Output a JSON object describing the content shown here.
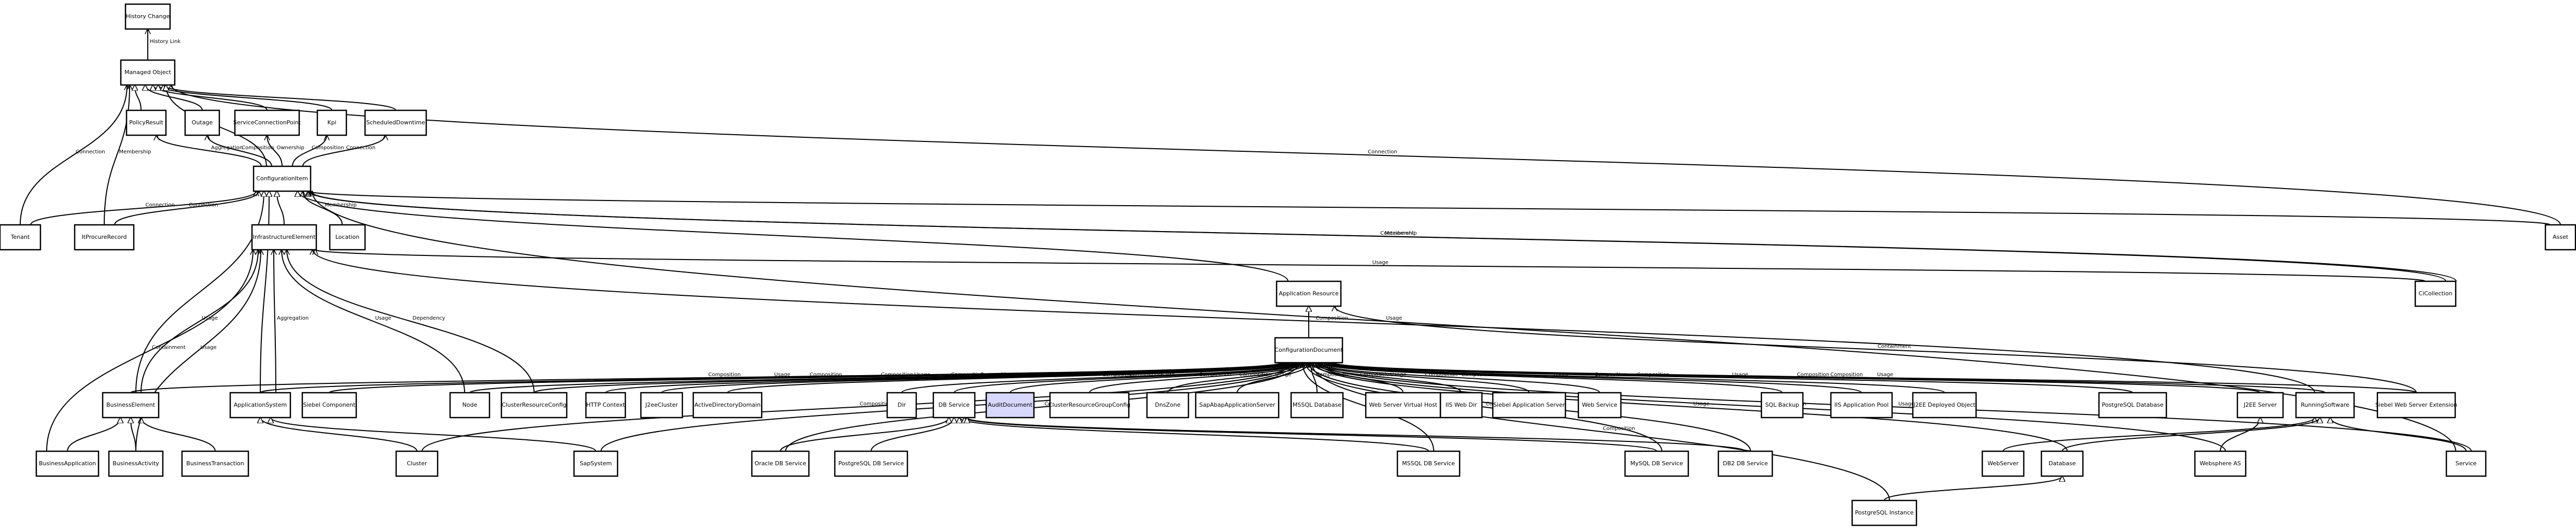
{
  "nodes": [
    {
      "id": "history_change",
      "label": "History Change"
    },
    {
      "id": "managed_object",
      "label": "Managed Object"
    },
    {
      "id": "policy_result",
      "label": "PolicyResult"
    },
    {
      "id": "outage",
      "label": "Outage"
    },
    {
      "id": "service_connection_point",
      "label": "ServiceConnectionPoint"
    },
    {
      "id": "kpi",
      "label": "Kpi"
    },
    {
      "id": "scheduled_downtime",
      "label": "ScheduledDowntime"
    },
    {
      "id": "configuration_item",
      "label": "ConfigurationItem"
    },
    {
      "id": "tenant",
      "label": "Tenant"
    },
    {
      "id": "it_procure_record",
      "label": "ItProcureRecord"
    },
    {
      "id": "location",
      "label": "Location"
    },
    {
      "id": "asset",
      "label": "Asset"
    },
    {
      "id": "ci_collection",
      "label": "CiCollection"
    },
    {
      "id": "infrastructure_element",
      "label": "InfrastructureElement"
    },
    {
      "id": "application_resource",
      "label": "Application Resource"
    },
    {
      "id": "configuration_document",
      "label": "ConfigurationDocument"
    },
    {
      "id": "business_element",
      "label": "BusinessElement"
    },
    {
      "id": "application_system",
      "label": "ApplicationSystem"
    },
    {
      "id": "siebel_component",
      "label": "Siebel Component"
    },
    {
      "id": "node",
      "label": "Node"
    },
    {
      "id": "cluster_resource_config",
      "label": "ClusterResourceConfig"
    },
    {
      "id": "http_context",
      "label": "HTTP Context"
    },
    {
      "id": "j2ee_cluster",
      "label": "J2eeCluster"
    },
    {
      "id": "active_directory_domain",
      "label": "ActiveDirectoryDomain"
    },
    {
      "id": "dir",
      "label": "Dir"
    },
    {
      "id": "db_service",
      "label": "DB Service"
    },
    {
      "id": "audit_document",
      "label": "AuditDocument"
    },
    {
      "id": "cluster_resource_group_config",
      "label": "ClusterResourceGroupConfig"
    },
    {
      "id": "dns_zone",
      "label": "DnsZone"
    },
    {
      "id": "sap_abap_application_server",
      "label": "SapAbapApplicationServer"
    },
    {
      "id": "mssql_database",
      "label": "MSSQL Database"
    },
    {
      "id": "web_server_virtual_host",
      "label": "Web Server Virtual Host"
    },
    {
      "id": "iis_web_dir",
      "label": "IIS Web Dir"
    },
    {
      "id": "siebel_application_server",
      "label": "Siebel Application Server"
    },
    {
      "id": "web_service",
      "label": "Web Service"
    },
    {
      "id": "sql_backup",
      "label": "SQL Backup"
    },
    {
      "id": "ie_application_pool",
      "label": "IIS Application Pool"
    },
    {
      "id": "j2ee_deployed_object",
      "label": "J2EE Deployed Object"
    },
    {
      "id": "postgresql_database",
      "label": "PostgreSQL Database"
    },
    {
      "id": "j2ee_server",
      "label": "J2EE Server"
    },
    {
      "id": "running_software",
      "label": "RunningSoftware"
    },
    {
      "id": "siebel_web_server_extension",
      "label": "Siebel Web Server Extension"
    },
    {
      "id": "business_application",
      "label": "BusinessApplication"
    },
    {
      "id": "business_activity",
      "label": "BusinessActivity"
    },
    {
      "id": "business_transaction",
      "label": "BusinessTransaction"
    },
    {
      "id": "cluster",
      "label": "Cluster"
    },
    {
      "id": "sap_system",
      "label": "SapSystem"
    },
    {
      "id": "oracle_db_service",
      "label": "Oracle DB Service"
    },
    {
      "id": "postgresql_db_service",
      "label": "PostgreSQL DB Service"
    },
    {
      "id": "mssql_db_service",
      "label": "MSSQL DB Service"
    },
    {
      "id": "mysql_db_service",
      "label": "MySQL DB Service"
    },
    {
      "id": "db2_db_service",
      "label": "DB2 DB Service"
    },
    {
      "id": "web_server",
      "label": "WebServer"
    },
    {
      "id": "database",
      "label": "Database"
    },
    {
      "id": "websphere_as",
      "label": "Websphere AS"
    },
    {
      "id": "service",
      "label": "Service"
    },
    {
      "id": "postgresql_instance",
      "label": "PostgreSQL Instance"
    }
  ],
  "edge_labels": {
    "history_link": "History Link",
    "connection": "Connection",
    "membership": "Membership",
    "aggregation": "Aggregation",
    "composition": "Composition",
    "ownership": "Ownership",
    "usage": "Usage",
    "containment": "Containment",
    "dependency": "Dependency"
  }
}
